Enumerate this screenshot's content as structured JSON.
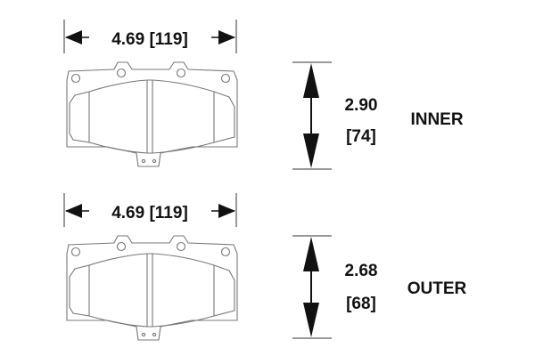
{
  "pads": [
    {
      "label": "INNER",
      "width_dim": "4.69 [119]",
      "height_in": "2.90",
      "height_mm": "[74]"
    },
    {
      "label": "OUTER",
      "width_dim": "4.69 [119]",
      "height_in": "2.68",
      "height_mm": "[68]"
    }
  ]
}
